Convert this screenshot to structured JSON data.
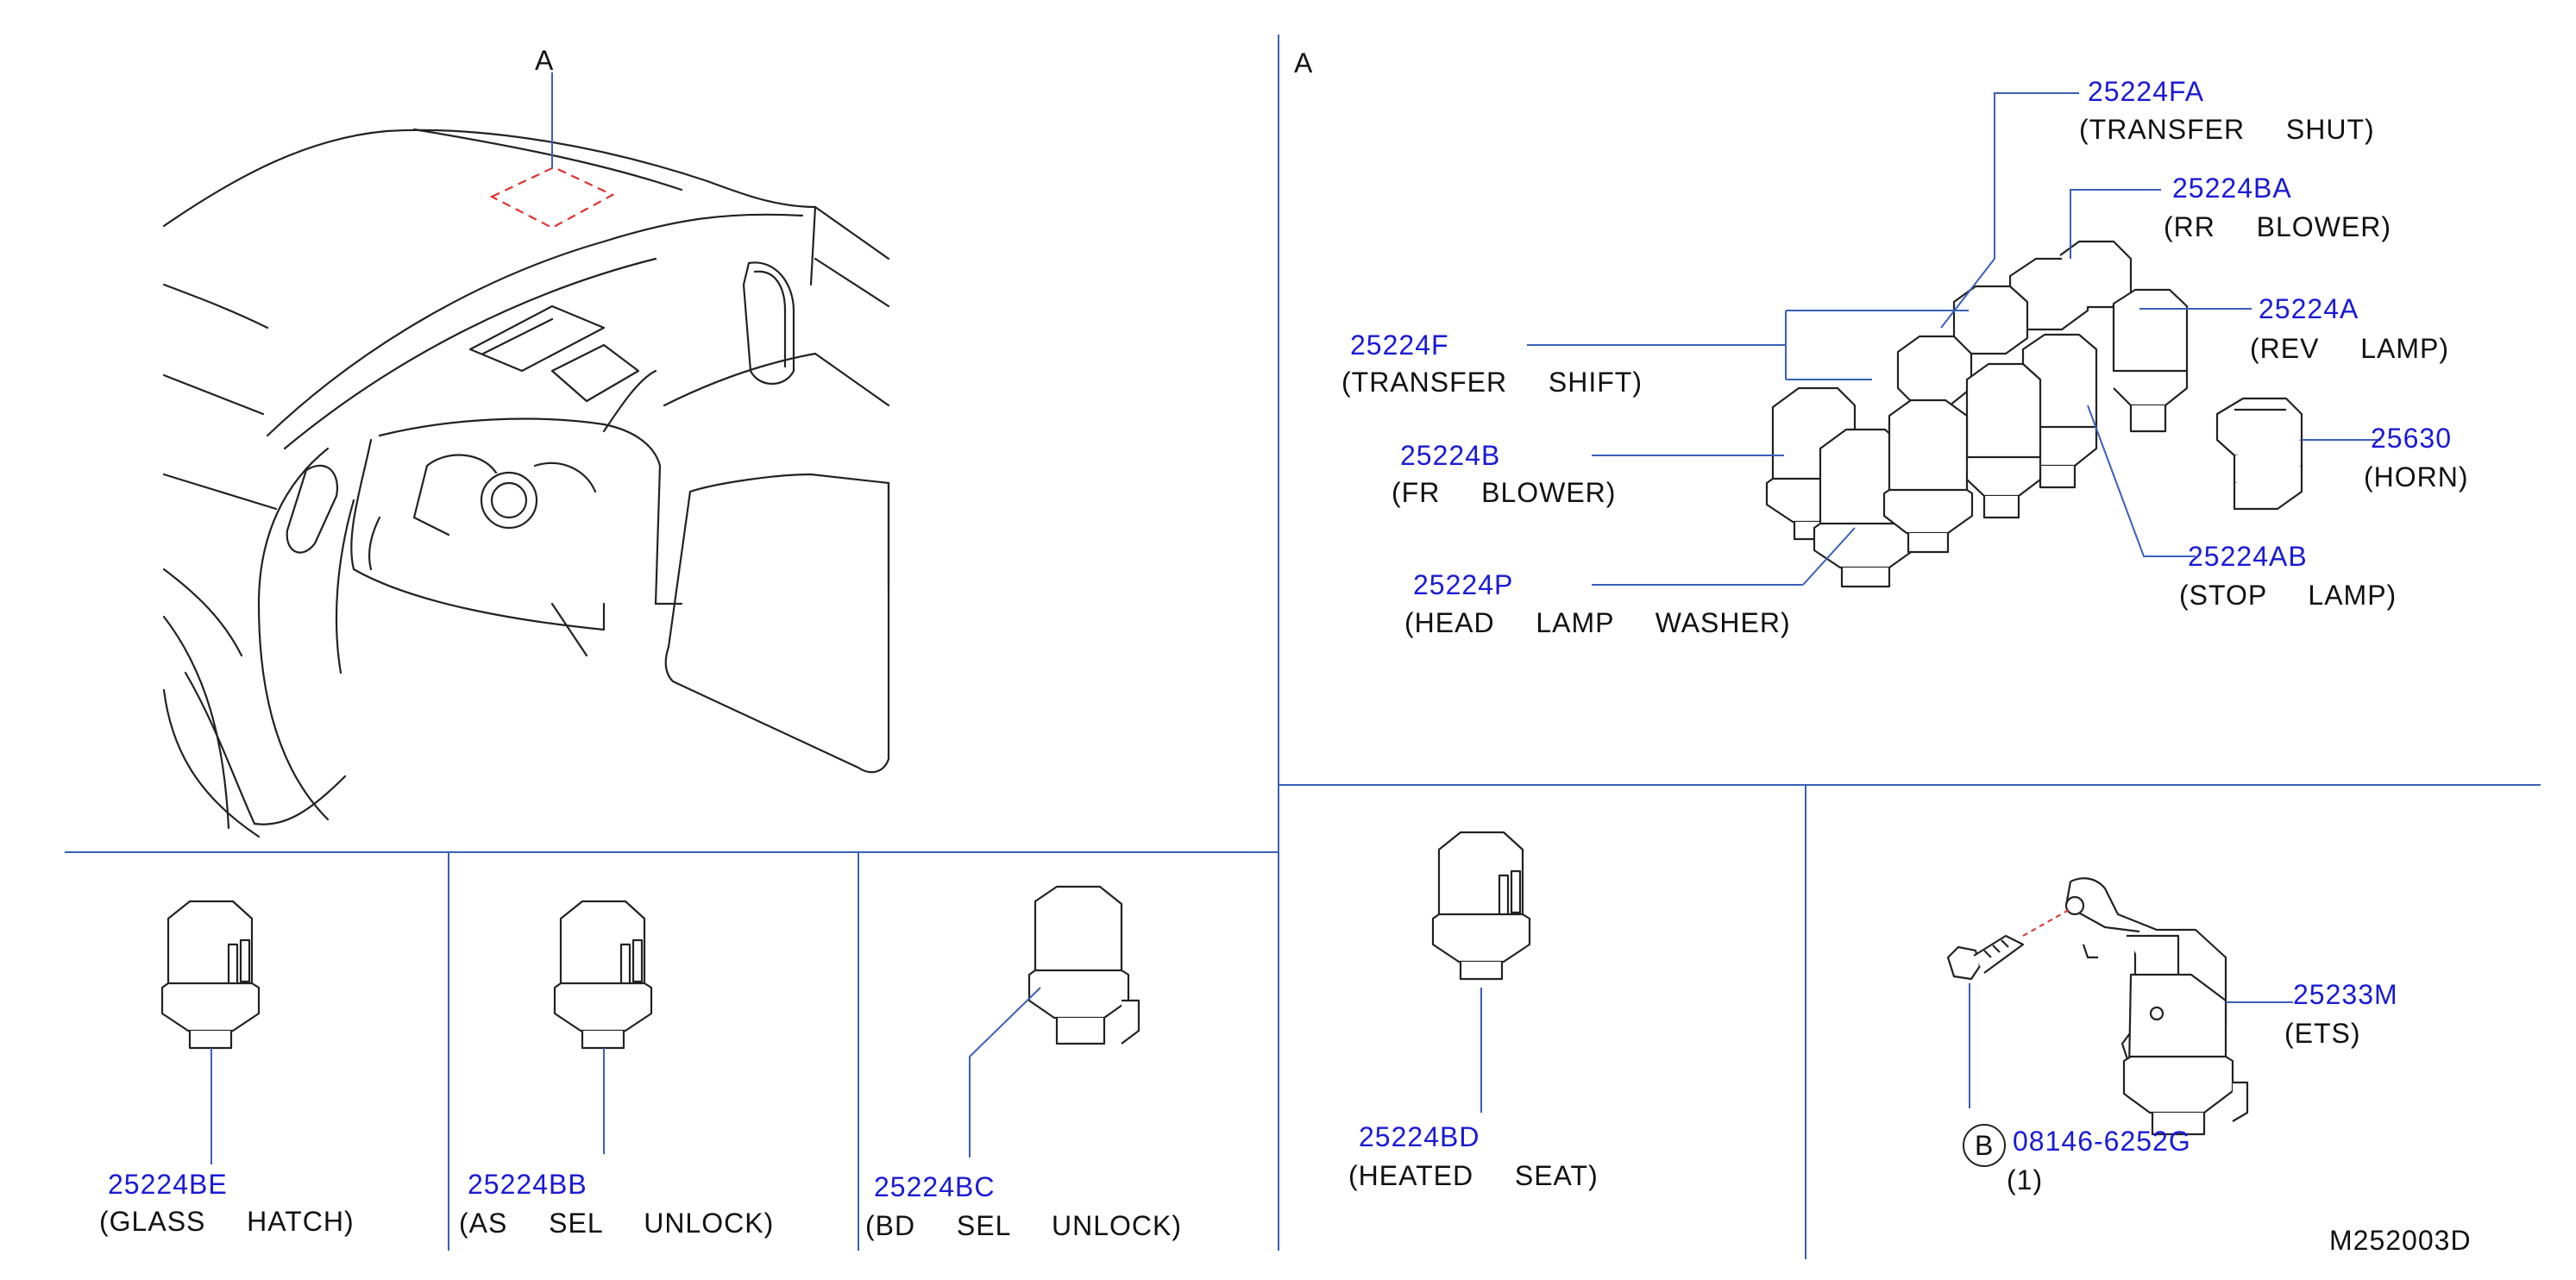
{
  "colors": {
    "part_number": "#1a1ad6",
    "leader_line": "#3a5fb8",
    "drawing": "#222222",
    "location_marker": "#e03030"
  },
  "view_labels": {
    "overview": "A",
    "detail": "A"
  },
  "drawing_code": "M252003D",
  "panel_detail_a": {
    "callouts": [
      {
        "pn": "25224FA",
        "desc": "(TRANSFER  SHUT)"
      },
      {
        "pn": "25224BA",
        "desc": "(RR  BLOWER)"
      },
      {
        "pn": "25224A",
        "desc": "(REV  LAMP)"
      },
      {
        "pn": "25224F",
        "desc": "(TRANSFER  SHIFT)"
      },
      {
        "pn": "25224B",
        "desc": "(FR  BLOWER)"
      },
      {
        "pn": "25630",
        "desc": "(HORN)"
      },
      {
        "pn": "25224AB",
        "desc": "(STOP  LAMP)"
      },
      {
        "pn": "25224P",
        "desc": "(HEAD  LAMP  WASHER)"
      }
    ]
  },
  "panel_glass_hatch": {
    "pn": "25224BE",
    "desc": "(GLASS  HATCH)"
  },
  "panel_as_sel_unlock": {
    "pn": "25224BB",
    "desc": "(AS  SEL  UNLOCK)"
  },
  "panel_bd_sel_unlock": {
    "pn": "25224BC",
    "desc": "(BD  SEL  UNLOCK)"
  },
  "panel_heated_seat": {
    "pn": "25224BD",
    "desc": "(HEATED  SEAT)"
  },
  "panel_ets": {
    "relay": {
      "pn": "25233M",
      "desc": "(ETS)"
    },
    "bolt": {
      "marker": "B",
      "pn": "08146-6252G",
      "qty": "(1)"
    }
  }
}
